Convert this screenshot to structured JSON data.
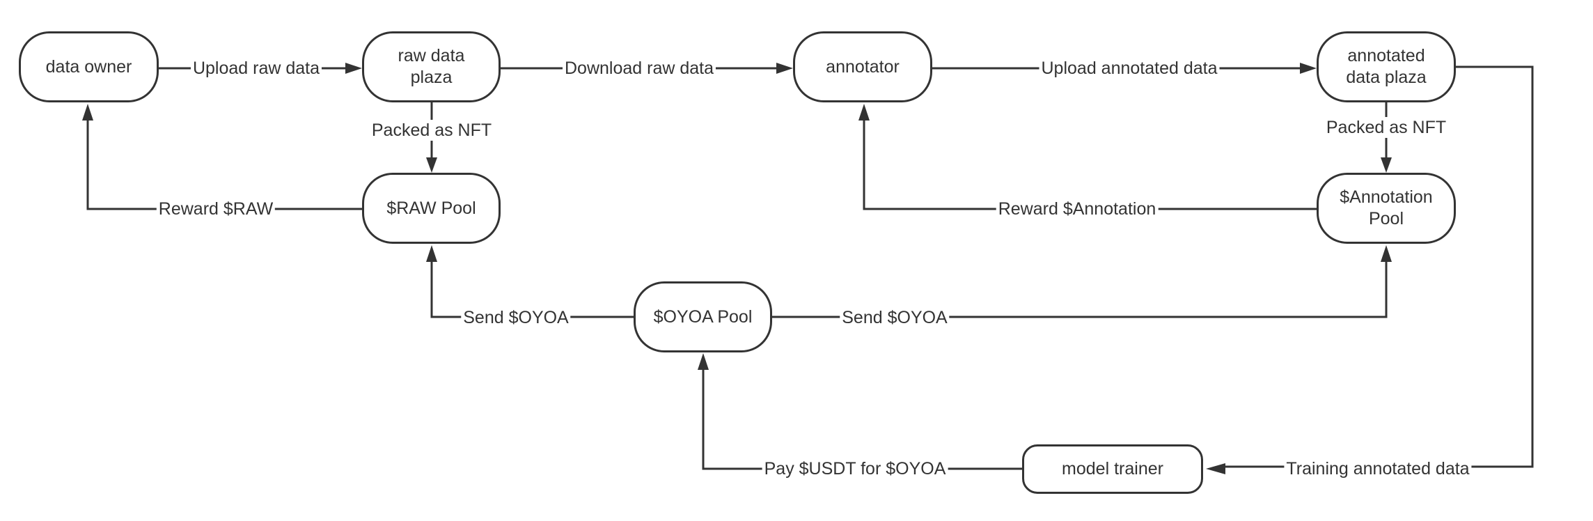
{
  "colors": {
    "stroke": "#333333",
    "background": "#ffffff",
    "text": "#333333"
  },
  "nodes": {
    "data_owner": [
      "data owner"
    ],
    "raw_data_plaza": [
      "raw data",
      "plaza"
    ],
    "annotator": [
      "annotator"
    ],
    "annotated_data_plaza": [
      "annotated",
      "data plaza"
    ],
    "raw_pool": [
      "$RAW Pool"
    ],
    "annotation_pool": [
      "$Annotation",
      "Pool"
    ],
    "oyoa_pool": [
      "$OYOA Pool"
    ],
    "model_trainer": [
      "model trainer"
    ]
  },
  "edges": {
    "upload_raw": "Upload raw data",
    "download_raw": "Download raw data",
    "upload_annotated": "Upload annotated data",
    "packed_raw": "Packed as NFT",
    "packed_annotated": "Packed as NFT",
    "reward_raw": "Reward $RAW",
    "reward_annotation": "Reward $Annotation",
    "send_oyoa_left": "Send $OYOA",
    "send_oyoa_right": "Send $OYOA",
    "pay_usdt": "Pay $USDT for $OYOA",
    "training": "Training annotated data"
  }
}
